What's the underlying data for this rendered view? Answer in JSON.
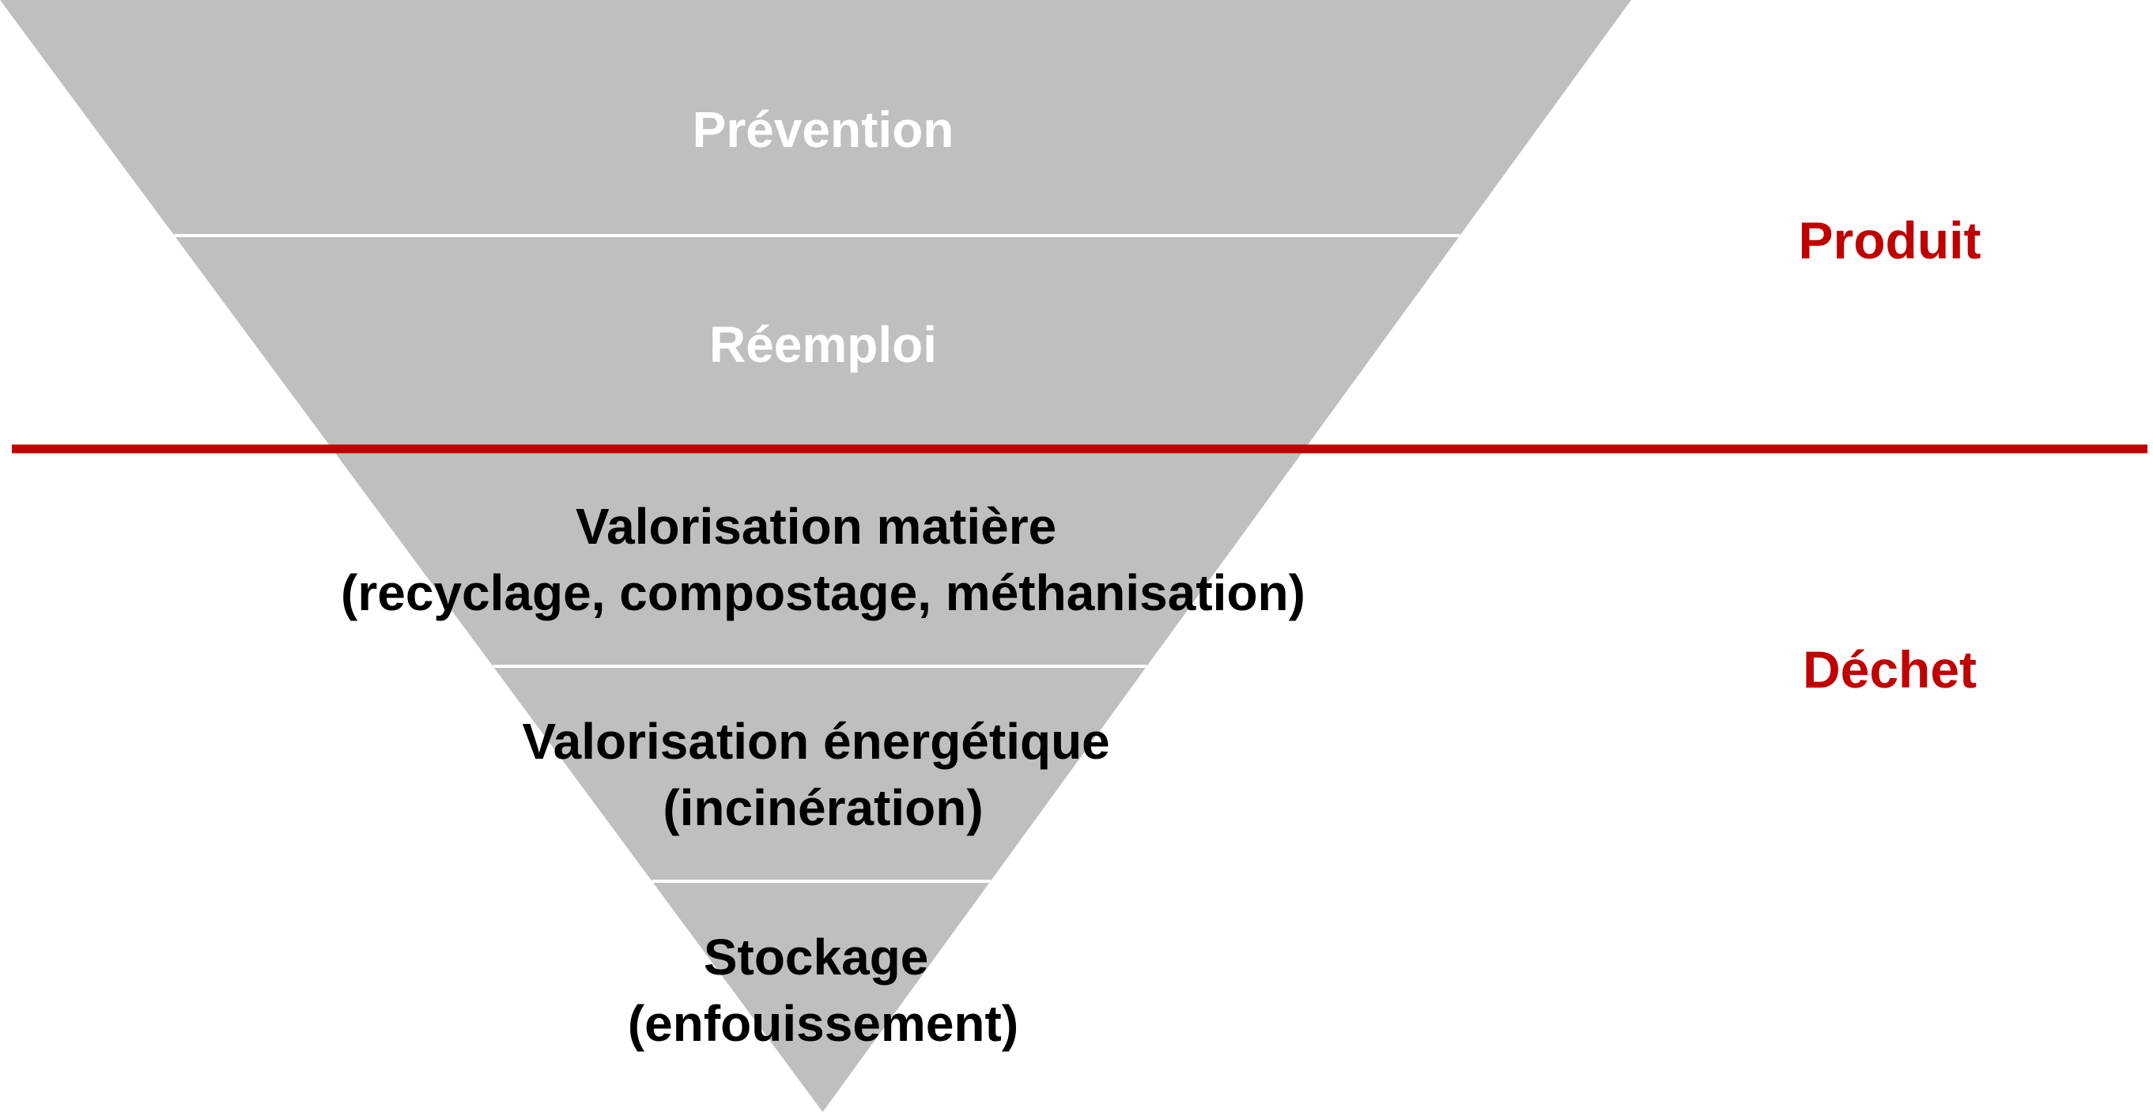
{
  "colors": {
    "background": "#ffffff",
    "triangle_fill": "#bfbfbf",
    "separator": "#ffffff",
    "divider": "#c00000",
    "light_text": "#ffffff",
    "dark_text": "#000000",
    "accent_text": "#c00000"
  },
  "tiers": [
    {
      "lines": [
        "Prévention"
      ],
      "text_color": "#ffffff"
    },
    {
      "lines": [
        "Réemploi"
      ],
      "text_color": "#ffffff"
    },
    {
      "lines": [
        "Valorisation matière",
        "(recyclage, compostage, méthanisation)"
      ],
      "text_color": "#000000"
    },
    {
      "lines": [
        "Valorisation énergétique",
        "(incinération)"
      ],
      "text_color": "#000000"
    },
    {
      "lines": [
        "Stockage",
        "(enfouissement)"
      ],
      "text_color": "#000000"
    }
  ],
  "categories": {
    "upper": "Produit",
    "lower": "Déchet"
  }
}
